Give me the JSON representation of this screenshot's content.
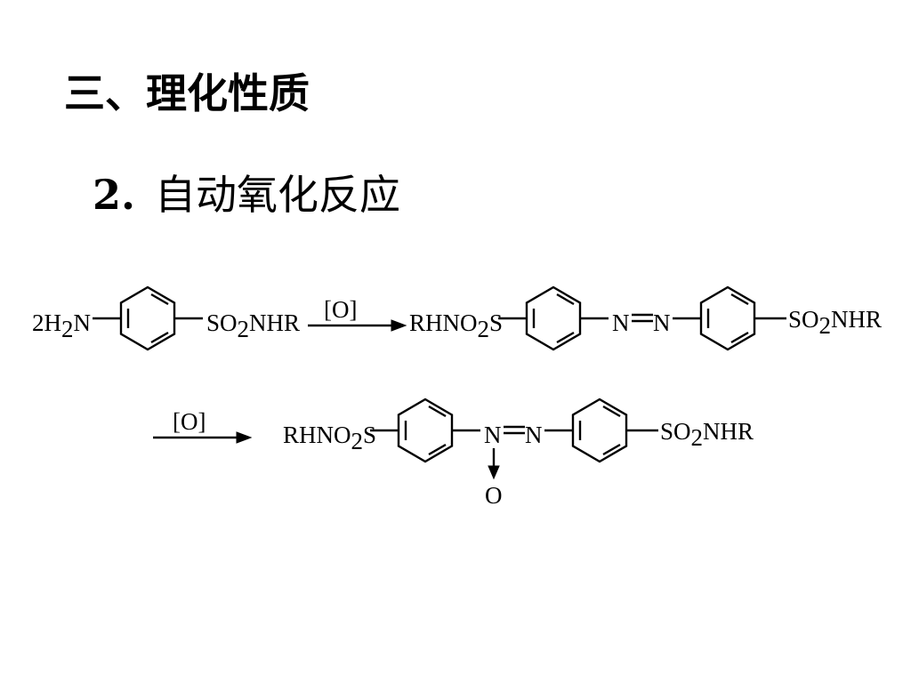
{
  "slide": {
    "heading": "三、理化性质",
    "subheading_number": "2.",
    "subheading_text": "自动氧化反应"
  },
  "reaction": {
    "step1": {
      "reactant_prefix": "2H",
      "reactant_sub": "2",
      "reactant_n": "N",
      "reactant_tail": "SO",
      "reactant_tail_sub": "2",
      "reactant_tail_end": "NHR",
      "reagent": "[O]",
      "product_left": "RHNO",
      "product_left_sub": "2",
      "product_left_end": "S",
      "azo_n1": "N",
      "azo_n2": "N",
      "product_right": "SO",
      "product_right_sub": "2",
      "product_right_end": "NHR"
    },
    "step2": {
      "reagent": "[O]",
      "product_left": "RHNO",
      "product_left_sub": "2",
      "product_left_end": "S",
      "azoxy_n1": "N",
      "azoxy_n2": "N",
      "oxide_o": "O",
      "product_right": "SO",
      "product_right_sub": "2",
      "product_right_end": "NHR"
    }
  }
}
